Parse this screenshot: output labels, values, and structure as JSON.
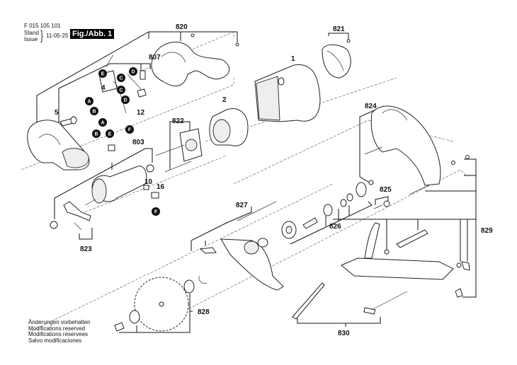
{
  "header": {
    "document_number": "F 015 105 101",
    "stand_label": "Stand",
    "issue_label": "Issue",
    "issue_date": "11-05-25",
    "figure_label": "Fig./Abb. 1"
  },
  "footer_notes": [
    "Änderungen vorbehalten",
    "Modifications reserved",
    "Modifications reservees",
    "Salvo modificaciones"
  ],
  "part_labels": {
    "p1": "1",
    "p2": "2",
    "p4": "4",
    "p5": "5",
    "p10": "10",
    "p12": "12",
    "p16": "16",
    "p803": "803",
    "p807": "807",
    "p820": "820",
    "p821": "821",
    "p822": "822",
    "p823": "823",
    "p824": "824",
    "p825": "825",
    "p826": "826",
    "p827": "827",
    "p828": "828",
    "p829": "829",
    "p830": "830"
  },
  "wire_markers": {
    "a1": "A",
    "a2": "A",
    "b1": "B",
    "b2": "B",
    "b3": "B",
    "c1": "C",
    "c2": "C",
    "d1": "D",
    "d2": "D",
    "e1": "E",
    "e2": "E",
    "e3": "E",
    "f1": "F",
    "f2": "F"
  }
}
